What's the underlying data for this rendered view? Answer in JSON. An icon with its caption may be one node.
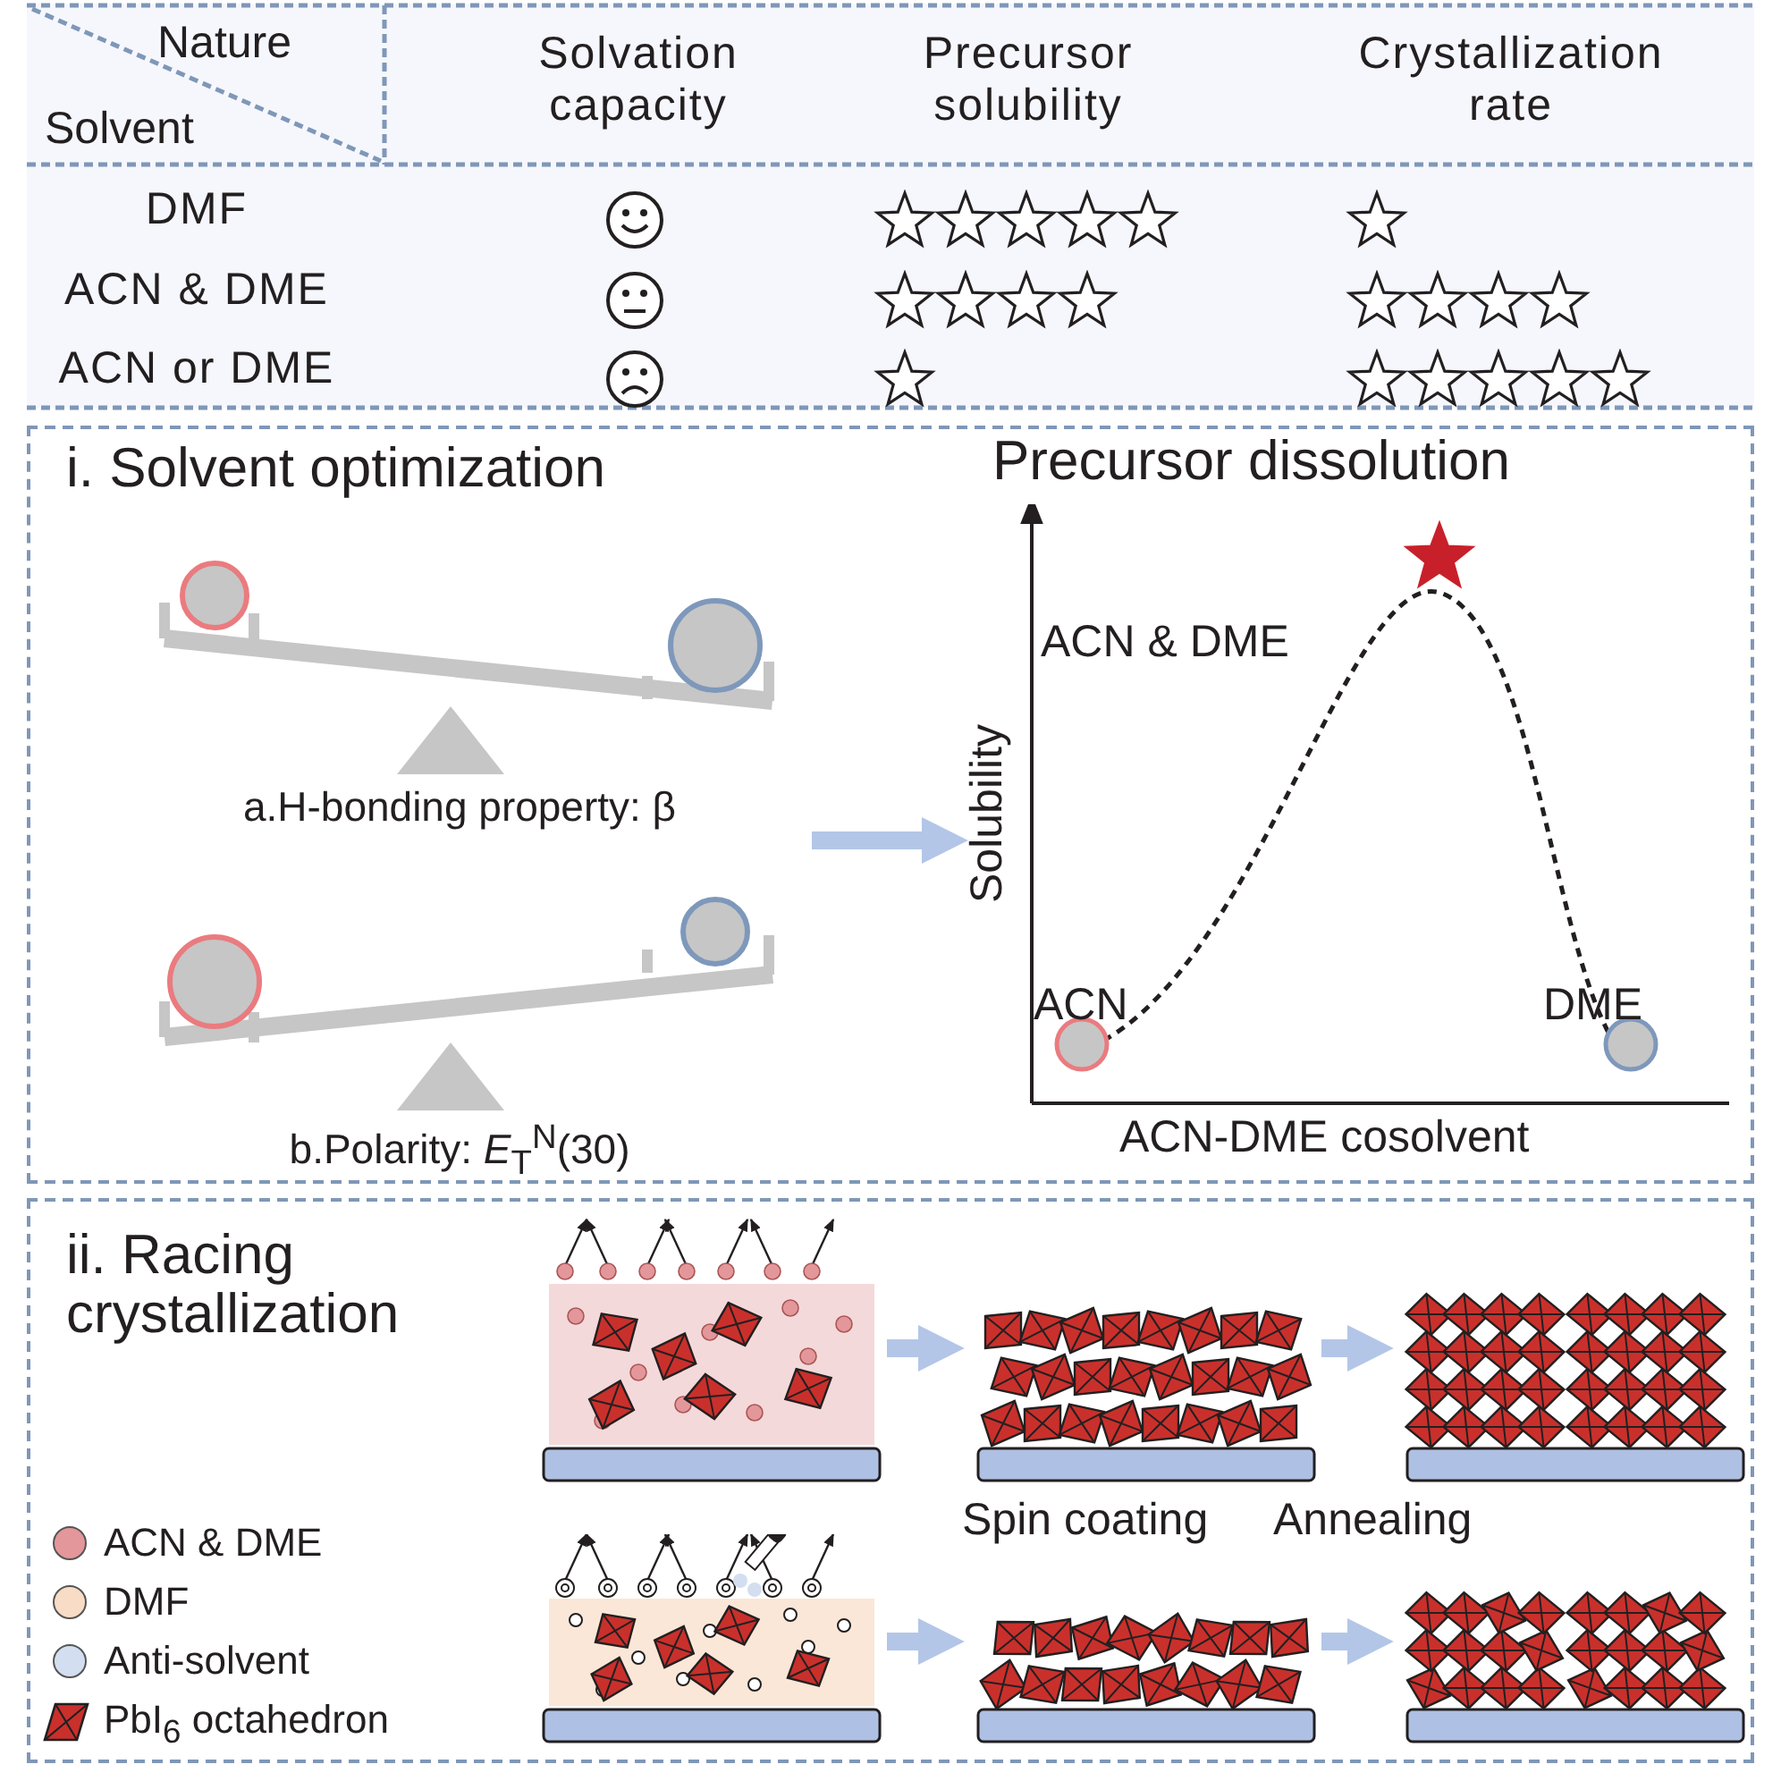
{
  "diagram": {
    "nodes": [
      {
        "text": [
          "i.  Solvent  optimization"
        ]
      },
      {
        "text": [
          "a.H-bonding property: β"
        ],
        "in": 0
      },
      {
        "text": [
          "b.Polarity: *E*$_{T}$$^{N}$(30)"
        ],
        "in": 0
      },
      {
        "text": [
          "Precursor dissolution"
        ],
        "in": 0
      },
      {
        "text": [
          "ii.  Racing crystallization"
        ]
      },
      {
        "text": [],
        "shape": "picture",
        "in": 4
      },
      {
        "text": [],
        "shape": "picture",
        "in": 4
      },
      {
        "text": [],
        "shape": "picture",
        "in": 4
      },
      {
        "text": [],
        "shape": "picture",
        "in": 4
      },
      {
        "text": [],
        "shape": "picture",
        "in": 4
      },
      {
        "text": [],
        "shape": "picture",
        "in": 4
      }
    ],
    "edges": [
      {
        "from": 1,
        "to": 3,
        "arrow": "to"
      },
      {
        "from": 5,
        "to": 6,
        "arrow": "to"
      },
      {
        "from": 6,
        "to": 7,
        "arrow": "to"
      },
      {
        "from": 8,
        "to": 9,
        "arrow": "to"
      },
      {
        "from": 9,
        "to": 10,
        "arrow": "to"
      }
    ],
    "labels": [
      "Nature",
      "Solvent",
      "Solvation capacity",
      "Precursor solubility",
      "Crystallization rate",
      "DMF",
      "ACN & DME",
      "ACN or DME",
      "ACN & DME",
      "Solubility",
      "ACN",
      "DME",
      "ACN-DME cosolvent",
      "Spin coating",
      "Annealing"
    ],
    "legend": [
      {
        "text": "ACN & DME",
        "color": "#e3979a"
      },
      {
        "text": "DMF",
        "color": "#f8dcc6"
      },
      {
        "text": "Anti-solvent",
        "color": "#d3dff0"
      },
      {
        "text": "PbI$_{6}$ octahedron"
      }
    ]
  }
}
